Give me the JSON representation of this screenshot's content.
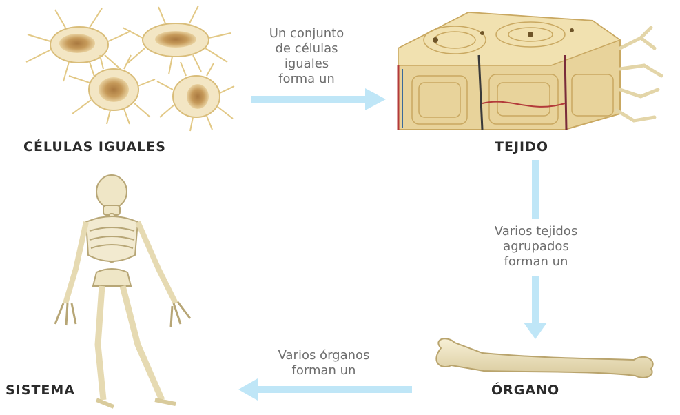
{
  "nodes": {
    "cells": "CÉLULAS IGUALES",
    "tissue": "TEJIDO",
    "organ": "ÓRGANO",
    "system": "SISTEMA"
  },
  "transitions": {
    "cells_to_tissue": [
      "Un conjunto",
      "de células",
      "iguales",
      "forma un"
    ],
    "tissue_to_organ": [
      "Varios tejidos",
      "agrupados",
      "forman un"
    ],
    "organ_to_system": [
      "Varios órganos",
      "forman un"
    ]
  },
  "colors": {
    "arrow": "#bfe6f7",
    "label": "#2b2b2b",
    "note": "#6e6e6e",
    "bone": "#efe6c6"
  }
}
